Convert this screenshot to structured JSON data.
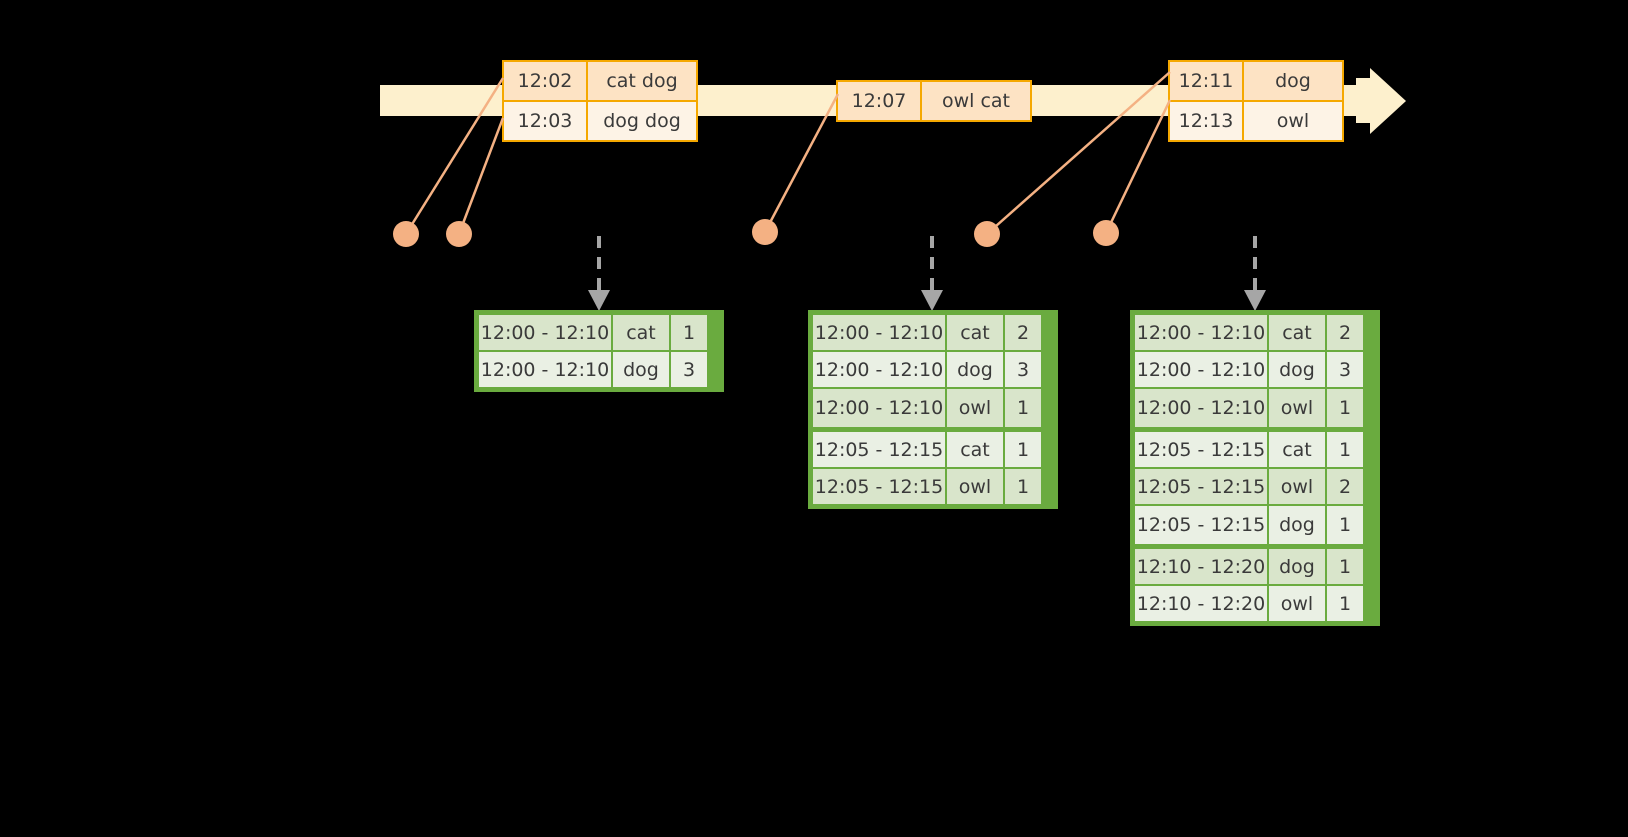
{
  "colors": {
    "background": "#000000",
    "timeline_bar": "#fdf0cd",
    "event_border": "#f5a800",
    "event_fill_dark": "#fde3c4",
    "event_fill_light": "#fdf3e6",
    "table_border": "#6aab3f",
    "table_fill_dark": "#d9e5cb",
    "table_fill_light": "#eaf0e4",
    "connector": "#f4b183",
    "arrow": "#a6a6a6"
  },
  "timeline": {
    "name": "event-stream-timeline",
    "direction": "left-to-right",
    "event_groups": [
      {
        "id": "event-box-1",
        "events": [
          {
            "time": "12:02",
            "words": "cat dog"
          },
          {
            "time": "12:03",
            "words": "dog dog"
          }
        ]
      },
      {
        "id": "event-box-2",
        "events": [
          {
            "time": "12:07",
            "words": "owl cat"
          }
        ]
      },
      {
        "id": "event-box-3",
        "events": [
          {
            "time": "12:11",
            "words": "dog"
          },
          {
            "time": "12:13",
            "words": "owl"
          }
        ]
      }
    ]
  },
  "markers": [
    {
      "id": "marker-1",
      "label": "12:02"
    },
    {
      "id": "marker-2",
      "label": "12:03"
    },
    {
      "id": "marker-3",
      "label": "12:07"
    },
    {
      "id": "marker-4",
      "label": "12:11"
    },
    {
      "id": "marker-5",
      "label": "12:13"
    }
  ],
  "result_tables": [
    {
      "id": "table-1",
      "name": "window-counts-after-1203",
      "rows": [
        {
          "window": "12:00 - 12:10",
          "word": "cat",
          "count": "1",
          "group": 0
        },
        {
          "window": "12:00 - 12:10",
          "word": "dog",
          "count": "3",
          "group": 0
        }
      ]
    },
    {
      "id": "table-2",
      "name": "window-counts-after-1207",
      "rows": [
        {
          "window": "12:00 - 12:10",
          "word": "cat",
          "count": "2",
          "group": 0
        },
        {
          "window": "12:00 - 12:10",
          "word": "dog",
          "count": "3",
          "group": 0
        },
        {
          "window": "12:00 - 12:10",
          "word": "owl",
          "count": "1",
          "group": 0
        },
        {
          "window": "12:05 - 12:15",
          "word": "cat",
          "count": "1",
          "group": 1
        },
        {
          "window": "12:05 - 12:15",
          "word": "owl",
          "count": "1",
          "group": 1
        }
      ]
    },
    {
      "id": "table-3",
      "name": "window-counts-after-1213",
      "rows": [
        {
          "window": "12:00 - 12:10",
          "word": "cat",
          "count": "2",
          "group": 0
        },
        {
          "window": "12:00 - 12:10",
          "word": "dog",
          "count": "3",
          "group": 0
        },
        {
          "window": "12:00 - 12:10",
          "word": "owl",
          "count": "1",
          "group": 0
        },
        {
          "window": "12:05 - 12:15",
          "word": "cat",
          "count": "1",
          "group": 1
        },
        {
          "window": "12:05 - 12:15",
          "word": "owl",
          "count": "2",
          "group": 1
        },
        {
          "window": "12:05 - 12:15",
          "word": "dog",
          "count": "1",
          "group": 1
        },
        {
          "window": "12:10 - 12:20",
          "word": "dog",
          "count": "1",
          "group": 2
        },
        {
          "window": "12:10 - 12:20",
          "word": "owl",
          "count": "1",
          "group": 2
        }
      ]
    }
  ]
}
